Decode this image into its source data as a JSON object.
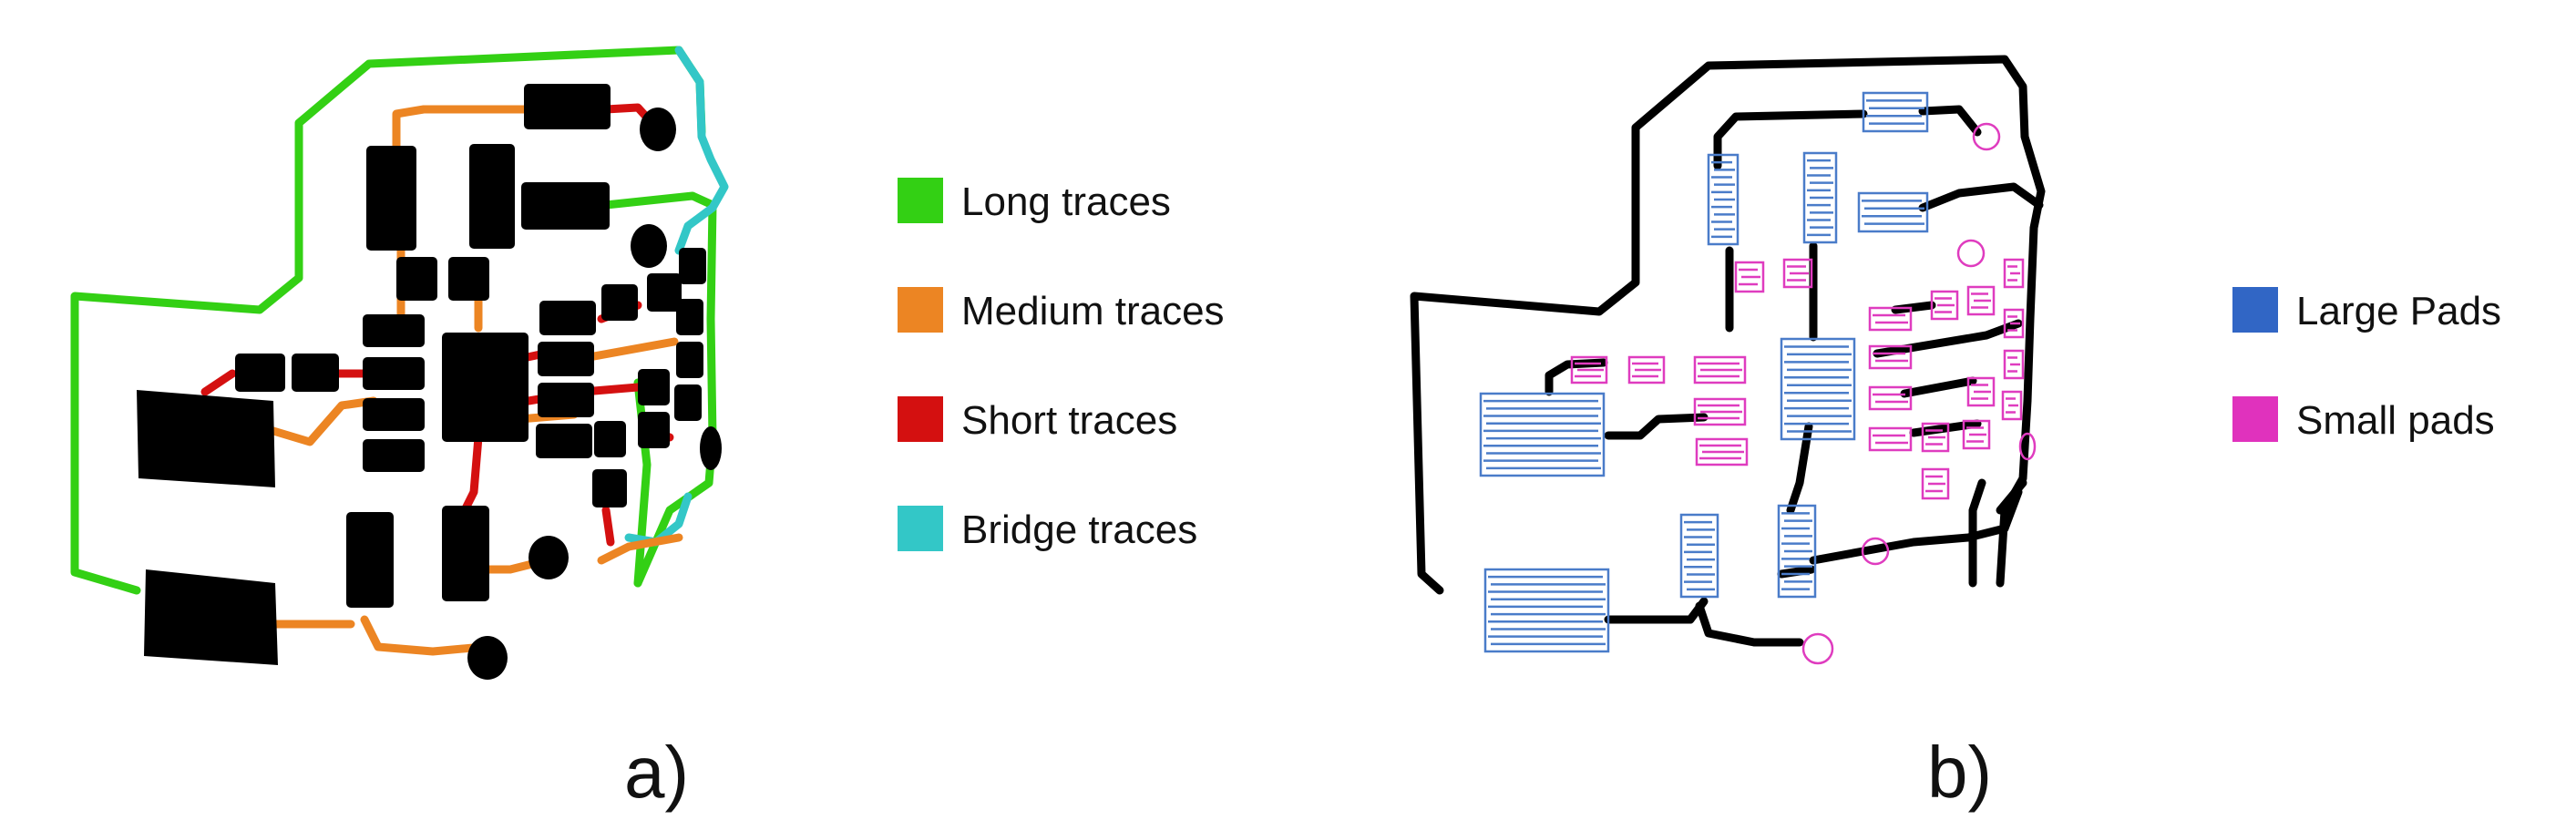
{
  "panel_a": {
    "label": "a)",
    "legend": [
      {
        "label": "Long traces",
        "color": "#33d014"
      },
      {
        "label": "Medium traces",
        "color": "#ec8523"
      },
      {
        "label": "Short traces",
        "color": "#d41010"
      },
      {
        "label": "Bridge traces",
        "color": "#33c7c7"
      }
    ]
  },
  "panel_b": {
    "label": "b)",
    "legend": [
      {
        "label": "Large Pads",
        "color": "#3166c5"
      },
      {
        "label": "Small pads",
        "color": "#e032bd"
      }
    ]
  },
  "colors": {
    "component": "#000000",
    "outline": "#000000",
    "large_pad": "#4a7cc9",
    "small_pad": "#df3cbf"
  }
}
